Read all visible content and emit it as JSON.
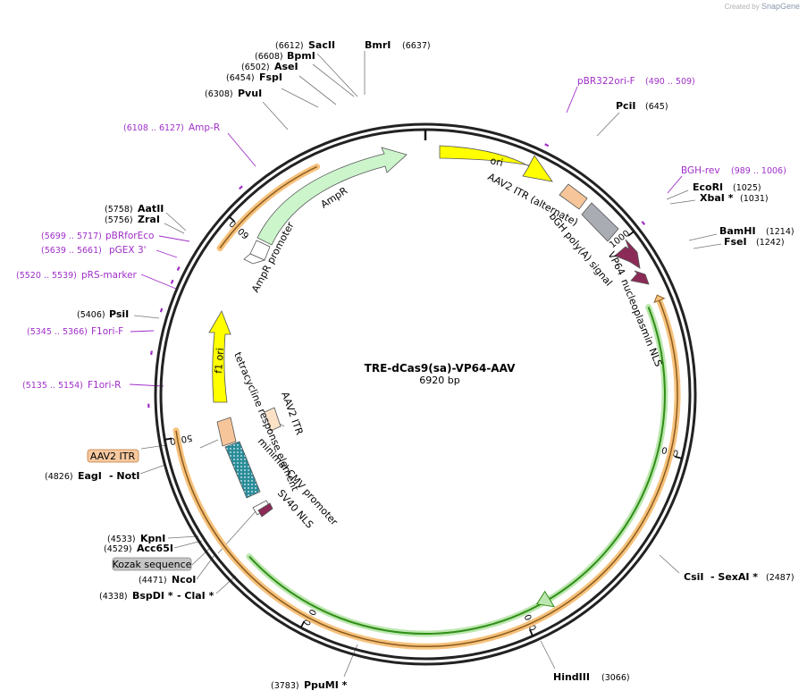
{
  "credit": {
    "prefix": "Created by",
    "brand": "SnapGene"
  },
  "plasmid": {
    "name": "TRE-dCas9(sa)-VP64-AAV",
    "length": "6920 bp"
  },
  "ticks": [
    "1000",
    "2000",
    "3000",
    "4000",
    "5000",
    "6000"
  ],
  "enzymes": [
    {
      "pos": "(6612)",
      "name": "SacII"
    },
    {
      "pos": "(6637)",
      "name": "BmrI"
    },
    {
      "pos": "(6608)",
      "name": "BpmI"
    },
    {
      "pos": "(6502)",
      "name": "AseI"
    },
    {
      "pos": "(6454)",
      "name": "FspI"
    },
    {
      "pos": "(6308)",
      "name": "PvuI"
    },
    {
      "pos": "(645)",
      "name": "PciI"
    },
    {
      "pos": "(1025)",
      "name": "EcoRI"
    },
    {
      "pos": "(1031)",
      "name": "XbaI *"
    },
    {
      "pos": "(1214)",
      "name": "BamHI"
    },
    {
      "pos": "(1242)",
      "name": "FseI"
    },
    {
      "pos": "(5758)",
      "name": "AatII"
    },
    {
      "pos": "(5756)",
      "name": "ZraI"
    },
    {
      "pos": "(5406)",
      "name": "PsiI"
    },
    {
      "pos": "(4826)",
      "name": "EagI"
    },
    {
      "pos": "",
      "name": "- NotI"
    },
    {
      "pos": "(4533)",
      "name": "KpnI"
    },
    {
      "pos": "(4529)",
      "name": "Acc65I"
    },
    {
      "pos": "(4471)",
      "name": "NcoI"
    },
    {
      "pos": "(4338)",
      "name": "BspDI *"
    },
    {
      "pos": "",
      "name": "- ClaI *"
    },
    {
      "pos": "(2487)",
      "name": "CsiI"
    },
    {
      "pos": "",
      "name": "- SexAI *"
    },
    {
      "pos": "(3066)",
      "name": "HindIII"
    },
    {
      "pos": "(3783)",
      "name": "PpuMI *"
    }
  ],
  "primers": [
    {
      "name": "pBR322ori-F",
      "pos": "(490 .. 509)"
    },
    {
      "name": "BGH-rev",
      "pos": "(989 .. 1006)"
    },
    {
      "name": "Amp-R",
      "pos": "(6108 .. 6127)"
    },
    {
      "name": "pBRforEco",
      "pos": "(5699 .. 5717)"
    },
    {
      "name": "pGEX 3'",
      "pos": "(5639 .. 5661)"
    },
    {
      "name": "pRS-marker",
      "pos": "(5520 .. 5539)"
    },
    {
      "name": "F1ori-F",
      "pos": "(5345 .. 5366)"
    },
    {
      "name": "F1ori-R",
      "pos": "(5135 .. 5154)"
    }
  ],
  "features": {
    "ori": "ori",
    "ampr": "AmpR",
    "ampr_promoter": "AmpR promoter",
    "aav2_itr_alt": "AAV2 ITR (alternate)",
    "bgh": "bGH poly(A) signal",
    "vp64": "VP64",
    "nls": "nucleoplasmin NLS",
    "f1ori": "f1 ori",
    "tre": "tetracycline response element",
    "aav2_itr": "AAV2 ITR",
    "aav2_itr_box": "AAV2 ITR",
    "mincmv": "minimal CMV promoter",
    "sv40": "SV40 NLS",
    "kozak": "Kozak sequence"
  },
  "colors": {
    "backbone": "#222222",
    "orf_orange": "#f6c27c",
    "orf_green": "#3aa01e",
    "ori_yellow": "#ffff00",
    "ampr_green": "#ccf5cc",
    "itr_peach": "#f6c69a",
    "bgh_gray": "#a9adb3",
    "nls_purple": "#8b2a57",
    "tre_teal": "#2a8c99",
    "primer": "#a02fc8"
  }
}
